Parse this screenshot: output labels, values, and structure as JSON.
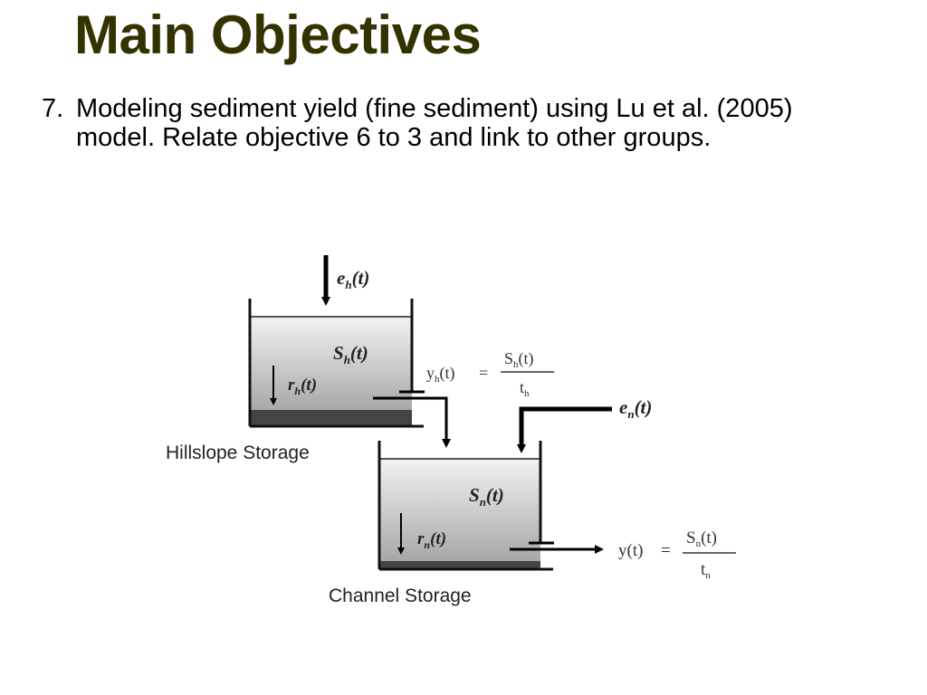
{
  "slide": {
    "title": "Main Objectives",
    "bullet_number": "7.",
    "bullet_text": "Modeling sediment yield (fine sediment) using Lu et al. (2005) model. Relate objective 6 to 3 and link to other groups."
  },
  "diagram": {
    "hillslope_label": "Hillslope Storage",
    "channel_label": "Channel Storage",
    "hillslope_input": {
      "base": "e",
      "sub": "h",
      "arg": "(t)"
    },
    "hillslope_storage": {
      "base": "S",
      "sub": "h",
      "arg": "(t)"
    },
    "hillslope_loss": {
      "base": "r",
      "sub": "h",
      "arg": "(t)"
    },
    "channel_input": {
      "base": "e",
      "sub": "n",
      "arg": "(t)"
    },
    "channel_storage": {
      "base": "S",
      "sub": "n",
      "arg": "(t)"
    },
    "channel_loss": {
      "base": "r",
      "sub": "n",
      "arg": "(t)"
    },
    "hillslope_yield_eq": {
      "lhs": "y",
      "lhs_sub": "h",
      "arg": "(t)",
      "eq": "=",
      "num": "S",
      "num_sub": "h",
      "num_arg": "(t)",
      "den": "t",
      "den_sub": "h"
    },
    "output_eq": {
      "lhs": "y",
      "arg": "(t)",
      "eq": "=",
      "num": "S",
      "num_sub": "n",
      "num_arg": "(t)",
      "den": "t",
      "den_sub": "n"
    },
    "colors": {
      "title": "#333300",
      "bottom_layer": "#444444",
      "water_top": "#f2f2f2",
      "water_bottom": "#a8a8a8"
    }
  }
}
